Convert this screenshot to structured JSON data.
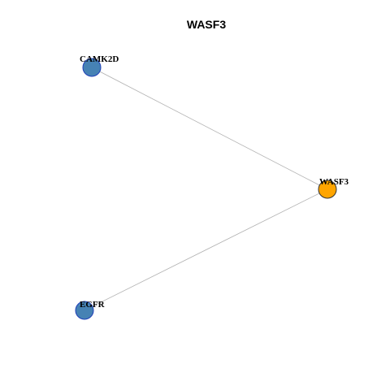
{
  "title": "WASF3",
  "colors": {
    "background": "#ffffff",
    "edge": "#b3b3b3",
    "neighbor_fill": "#4682b4",
    "neighbor_stroke": "#1f3fb8",
    "center_fill": "#ffa500",
    "center_stroke": "#333333"
  },
  "nodes": [
    {
      "id": "CAMK2D",
      "label": "CAMK2D",
      "role": "neighbor"
    },
    {
      "id": "WASF3",
      "label": "WASF3",
      "role": "center"
    },
    {
      "id": "EGFR",
      "label": "EGFR",
      "role": "neighbor"
    }
  ],
  "edges": [
    {
      "source": "CAMK2D",
      "target": "WASF3"
    },
    {
      "source": "EGFR",
      "target": "WASF3"
    }
  ]
}
